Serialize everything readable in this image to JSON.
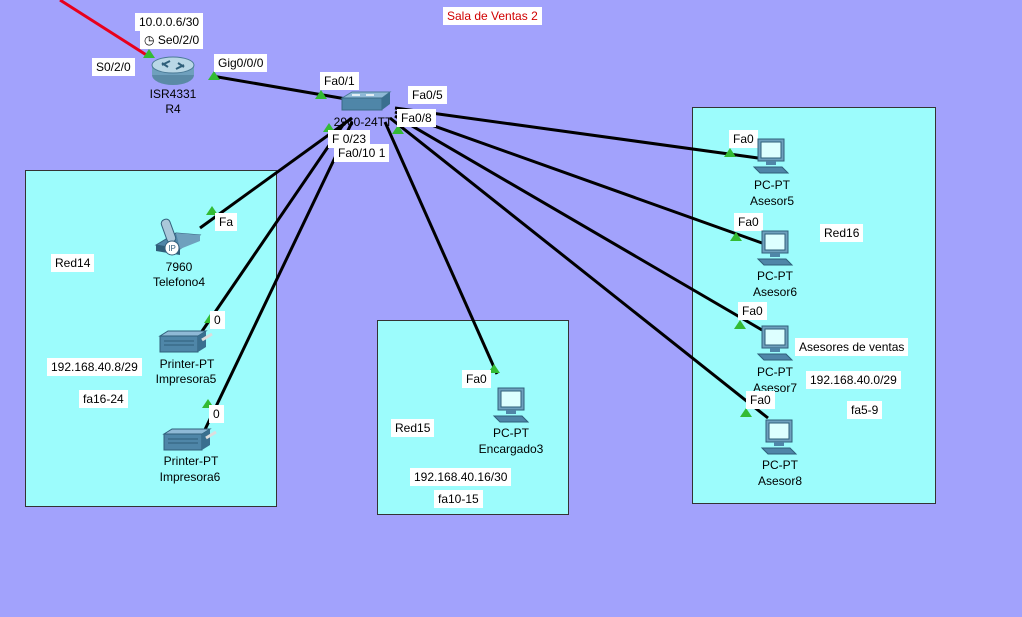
{
  "title": "Sala de Ventas 2",
  "colors": {
    "background": "#a2a2fc",
    "zone": "#9cfcfc",
    "title": "#d00000",
    "serial_link": "#e8001c",
    "port_up": "#33bb33"
  },
  "router": {
    "model": "ISR4331",
    "name": "R4",
    "ip": "10.0.0.6/30",
    "serial_port": "Se0/2/0",
    "serial_label": "S0/2/0",
    "gig_port": "Gig0/0/0"
  },
  "switch": {
    "model": "2960-24TT",
    "ports": {
      "uplink": "Fa0/1",
      "p5": "Fa0/5",
      "p8": "Fa0/8",
      "p10": "Fa0/10",
      "p10b": "1",
      "p_other": "F",
      "p_other_b": "0/23"
    }
  },
  "red14": {
    "name": "Red14",
    "subnet": "192.168.40.8/29",
    "ports": "fa16-24",
    "phone": {
      "model": "7960",
      "name": "Telefono4",
      "port": "Fa",
      "icon": "ip-phone-icon"
    },
    "printers": [
      {
        "model": "Printer-PT",
        "name": "Impresora5",
        "port": "0"
      },
      {
        "model": "Printer-PT",
        "name": "Impresora6",
        "port": "0"
      }
    ]
  },
  "red15": {
    "name": "Red15",
    "subnet": "192.168.40.16/30",
    "ports": "fa10-15",
    "pc": {
      "model": "PC-PT",
      "name": "Encargado3",
      "port": "Fa0"
    }
  },
  "red16": {
    "name": "Red16",
    "description": "Asesores de ventas",
    "subnet": "192.168.40.0/29",
    "ports": "fa5-9",
    "pcs": [
      {
        "model": "PC-PT",
        "name": "Asesor5",
        "port": "Fa0"
      },
      {
        "model": "PC-PT",
        "name": "Asesor6",
        "port": "Fa0"
      },
      {
        "model": "PC-PT",
        "name": "Asesor7",
        "port": "Fa0"
      },
      {
        "model": "PC-PT",
        "name": "Asesor8",
        "port": "Fa0"
      }
    ]
  }
}
